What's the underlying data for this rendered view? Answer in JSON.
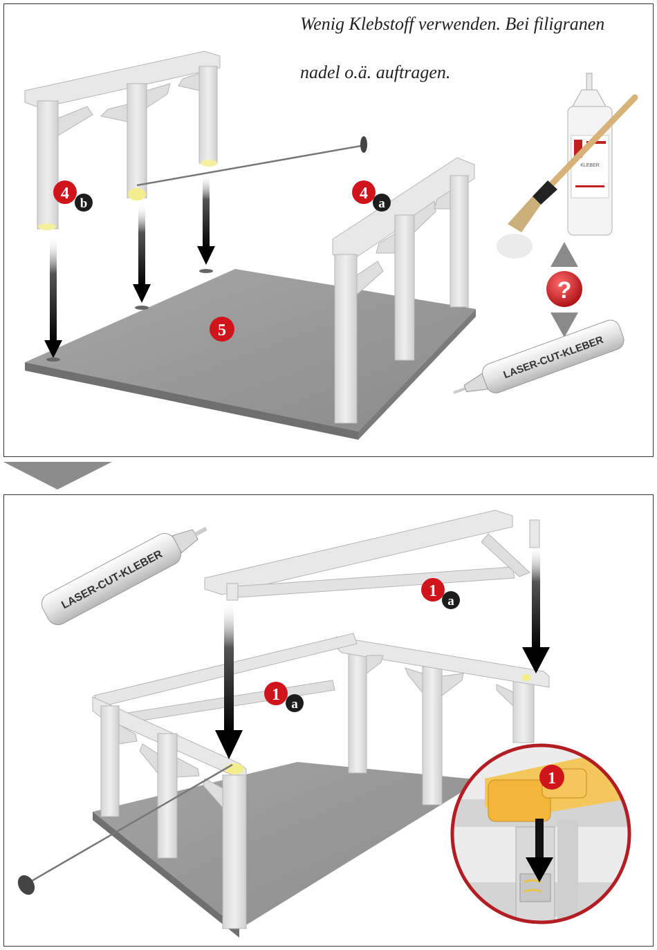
{
  "instruction": {
    "line1": "Wenig Klebstoff verwenden. Bei filigranen",
    "line2": "nadel o.ä. auftragen."
  },
  "tube_label": "LASER-CUT-KLEBER",
  "glue_bottle_label": "KLEBER",
  "help_icon": "question-mark-icon",
  "top_panel": {
    "badges": [
      {
        "number": "4",
        "letter": "b"
      },
      {
        "number": "4",
        "letter": "a"
      },
      {
        "number": "5",
        "letter": ""
      }
    ]
  },
  "bottom_panel": {
    "badges": [
      {
        "number": "1",
        "letter": "a"
      },
      {
        "number": "1",
        "letter": "a"
      },
      {
        "number": "1",
        "letter": ""
      }
    ]
  },
  "colors": {
    "badge_red": "#d0141b",
    "badge_dark": "#1d1d1d",
    "timber": "#e4e4e4",
    "baseplate": "#9c9c9c",
    "highlight_wood": "#f2b63a"
  }
}
